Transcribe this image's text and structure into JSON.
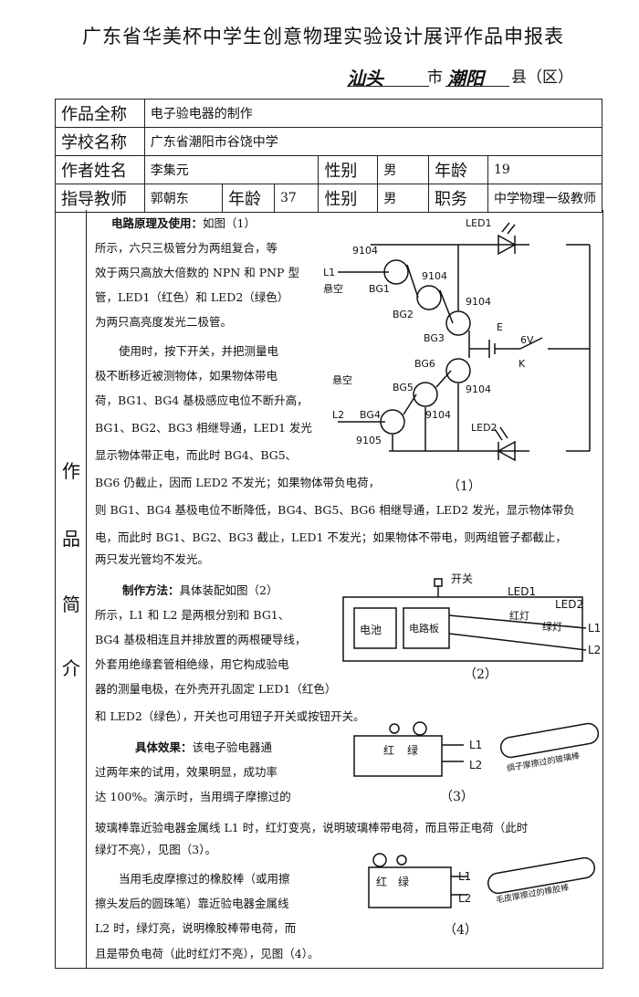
{
  "header": {
    "title": "广东省华美杯中学生创意物理实验设计展评作品申报表",
    "city_hand": "汕头",
    "city_suffix": "市",
    "county_hand": "潮阳",
    "county_suffix": "县（区）"
  },
  "table": {
    "work_name_label": "作品全称",
    "work_name": "电子验电器的制作",
    "school_label": "学校名称",
    "school": "广东省潮阳市谷饶中学",
    "author_label": "作者姓名",
    "author": "李集元",
    "sex_label": "性别",
    "author_sex": "男",
    "age_label": "年龄",
    "author_age": "19",
    "teacher_label": "指导教师",
    "teacher": "郭朝东",
    "teacher_age": "37",
    "teacher_sex": "男",
    "position_label": "职务",
    "position": "中学物理一级教师"
  },
  "side_label": [
    "作",
    "品",
    "简",
    "介"
  ],
  "section1": {
    "heading": "电路原理及使用：",
    "lines": [
      "如图（1）",
      "所示，六只三极管分为两组复合，等",
      "效于两只高放大倍数的 NPN 和 PNP 型",
      "管，LED1（红色）和 LED2（绿色）",
      "为两只高亮度发光二极管。",
      "使用时，按下开关，并把测量电",
      "极不断移近被测物体，如果物体带电",
      "荷，BG1、BG4 基极感应电位不断升高，",
      "BG1、BG2、BG3 相继导通，LED1 发光",
      "显示物体带正电，而此时 BG4、BG5、",
      "BG6 仍截止，因而 LED2 不发光；如果物体带负电荷，",
      "则 BG1、BG4 基极电位不断降低，BG4、BG5、BG6 相继导通，LED2 发光，显示物体带负",
      "电，而此时 BG1、BG2、BG3 截止，LED1 不发光；如果物体不带电，则两组管子都截止，",
      "两只发光管均不发光。"
    ]
  },
  "section2": {
    "heading": "制作方法：",
    "lines": [
      "具体装配如图（2）",
      "所示，L1 和 L2 是两根分别和 BG1、",
      "BG4 基极相连且并排放置的两根硬导线，",
      "外套用绝缘套管相绝缘，用它构成验电",
      "器的测量电极，在外壳开孔固定 LED1（红色）",
      "和 LED2（绿色），开关也可用钮子开关或按钮开关。"
    ]
  },
  "section3": {
    "heading": "具体效果：",
    "lines": [
      "该电子验电器通",
      "过两年来的试用，效果明显，成功率",
      "达 100%。演示时，当用绸子摩擦过的",
      "玻璃棒靠近验电器金属线 L1 时，红灯变亮，说明玻璃棒带电荷，而且带正电荷（此时",
      "绿灯不亮），见图（3）。",
      "当用毛皮摩擦过的橡胶棒（或用擦",
      "擦头发后的圆珠笔）靠近验电器金属线",
      "L2 时，绿灯亮，说明橡胶棒带电荷，而",
      "且是带负电荷（此时红灯不亮），见图（4）。"
    ]
  },
  "fig1": {
    "caption": "（1）",
    "transistors": [
      "9104",
      "9104",
      "9104",
      "9104",
      "9104",
      "9105"
    ],
    "labels": [
      "BG1",
      "BG2",
      "BG3",
      "BG4",
      "BG5",
      "BG6"
    ],
    "led1": "LED1",
    "led2": "LED2",
    "l1": "L1",
    "l2": "L2",
    "float": "悬空",
    "battery": "E",
    "voltage": "6V",
    "switch": "K"
  },
  "fig2": {
    "caption": "（2）",
    "switch": "开关",
    "battery": "电池",
    "board": "电路板",
    "led1": "LED1",
    "led2": "LED2",
    "red": "红灯",
    "green": "绿灯",
    "l1": "L1",
    "l2": "L2"
  },
  "fig3": {
    "caption": "（3）",
    "red": "红",
    "green": "绿",
    "l1": "L1",
    "l2": "L2",
    "rod": "绸子摩擦过的玻璃棒"
  },
  "fig4": {
    "caption": "（4）",
    "red": "红",
    "green": "绿",
    "l1": "L1",
    "l2": "L2",
    "rod": "毛皮摩擦过的橡胶棒"
  }
}
